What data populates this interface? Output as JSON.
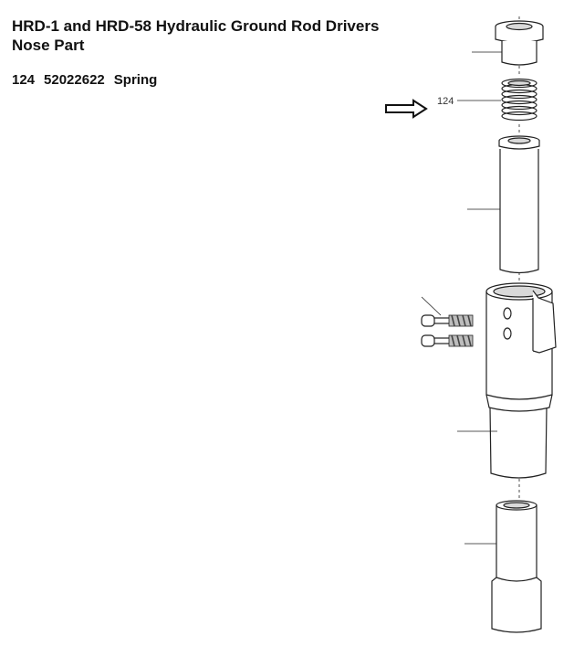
{
  "header": {
    "title_line1": "HRD-1 and HRD-58 Hydraulic Ground Rod Drivers",
    "title_line2": "Nose Part"
  },
  "part": {
    "number": "124",
    "part_no": "52022622",
    "name": "Spring"
  },
  "diagram": {
    "callout_label": "124",
    "arrow_icon": "right-arrow-icon",
    "line_color": "#222222",
    "fill_color": "#ffffff",
    "shade_color": "#d9d9d9"
  }
}
